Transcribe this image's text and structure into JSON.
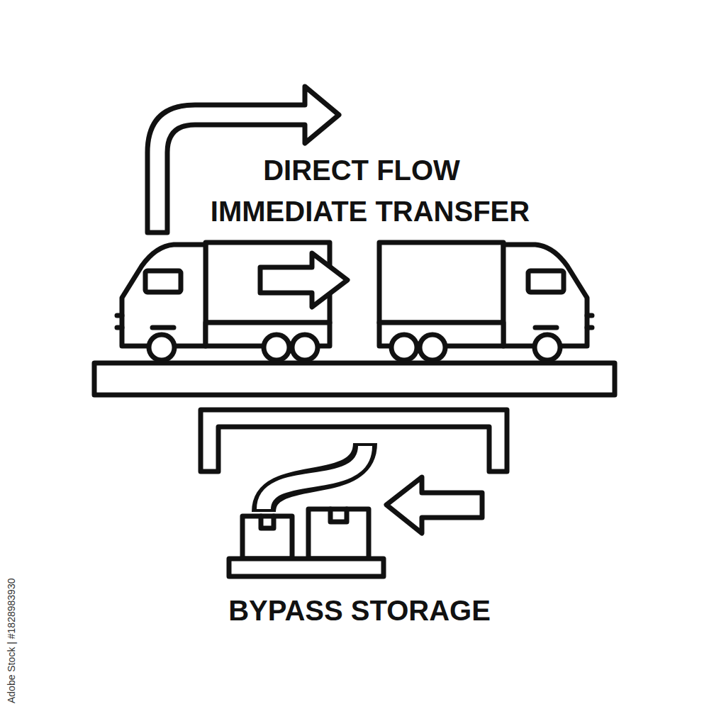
{
  "diagram": {
    "labels": [
      "DIRECT FLOW",
      "IMMEDIATE TRANSFER",
      "BYPASS STORAGE",
      "Adobe Stock | #1828983930"
    ]
  }
}
